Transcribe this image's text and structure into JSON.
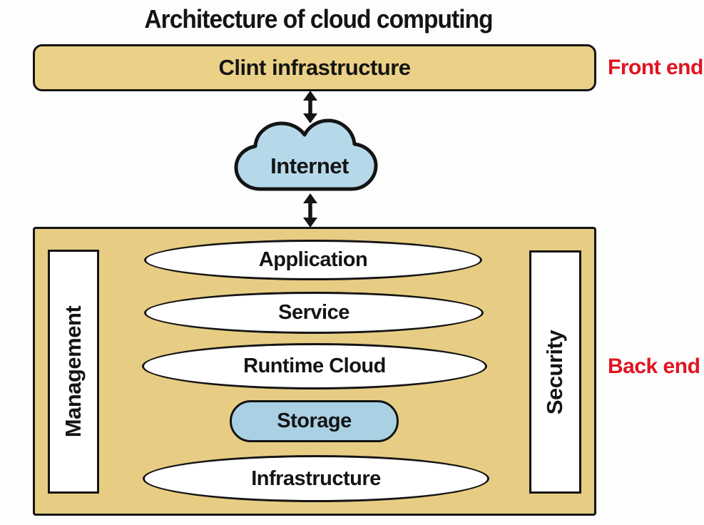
{
  "title": "Architecture of cloud computing",
  "front_end": {
    "box_label": "Clint infrastructure",
    "side_label": "Front end"
  },
  "internet": {
    "label": "Internet"
  },
  "back_end": {
    "side_label": "Back end",
    "management_label": "Management",
    "security_label": "Security",
    "layers": [
      {
        "label": "Application",
        "shape": "ellipse",
        "fill": "#ffffff"
      },
      {
        "label": "Service",
        "shape": "ellipse",
        "fill": "#ffffff"
      },
      {
        "label": "Runtime Cloud",
        "shape": "ellipse",
        "fill": "#ffffff"
      },
      {
        "label": "Storage",
        "shape": "stadium",
        "fill": "#a9d1e3"
      },
      {
        "label": "Infrastructure",
        "shape": "ellipse",
        "fill": "#ffffff"
      }
    ]
  },
  "icons": {
    "connection_arrow": "double-headed-arrow-icon",
    "internet_shape": "cloud-icon"
  },
  "colors": {
    "panel_fill": "#e7cd84",
    "front_box_fill": "#ebd187",
    "cloud_fill": "#b6d9ea",
    "storage_fill": "#a9d1e3",
    "side_label_red": "#e11422",
    "outline_black": "#141414"
  }
}
